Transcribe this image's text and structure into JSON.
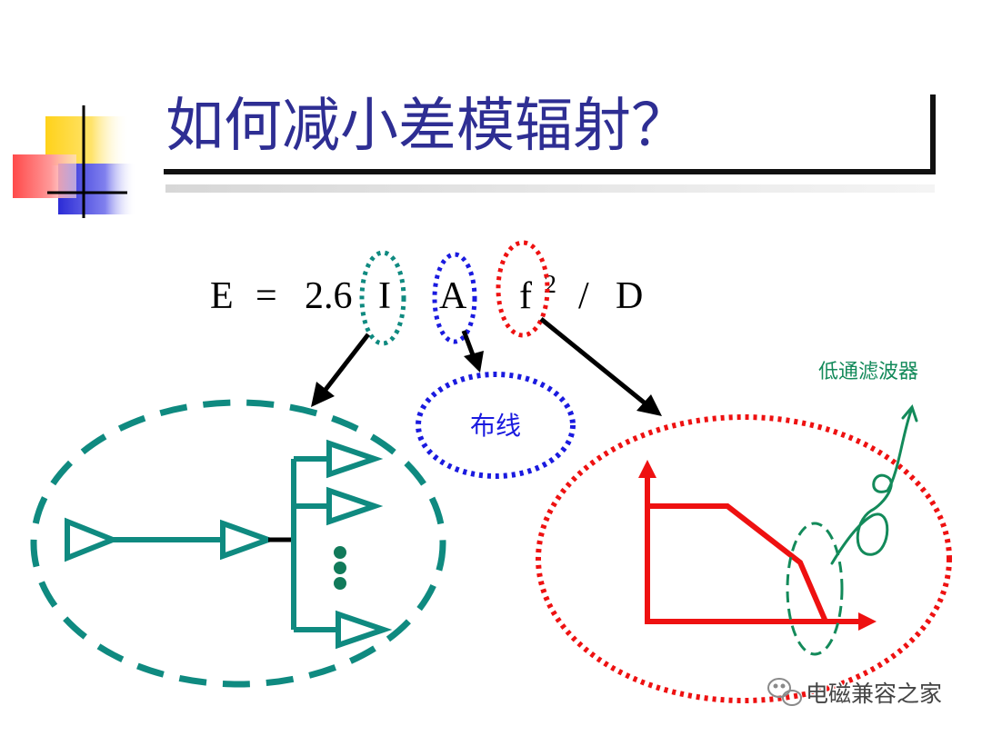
{
  "slide": {
    "title": "如何减小差模辐射？"
  },
  "formula": {
    "tokens": [
      "E",
      "=",
      "2.6",
      "I",
      "A",
      "f",
      "2",
      "/",
      "D"
    ]
  },
  "labels": {
    "wiring": "布线",
    "lowpass_filter": "低通滤波器"
  },
  "watermark": {
    "text": "电磁兼容之家"
  },
  "colors": {
    "title": "#2e2e93",
    "teal": "#0f8a80",
    "blue": "#1a1adf",
    "red": "#ee1111",
    "filter_label": "#138a5a"
  }
}
